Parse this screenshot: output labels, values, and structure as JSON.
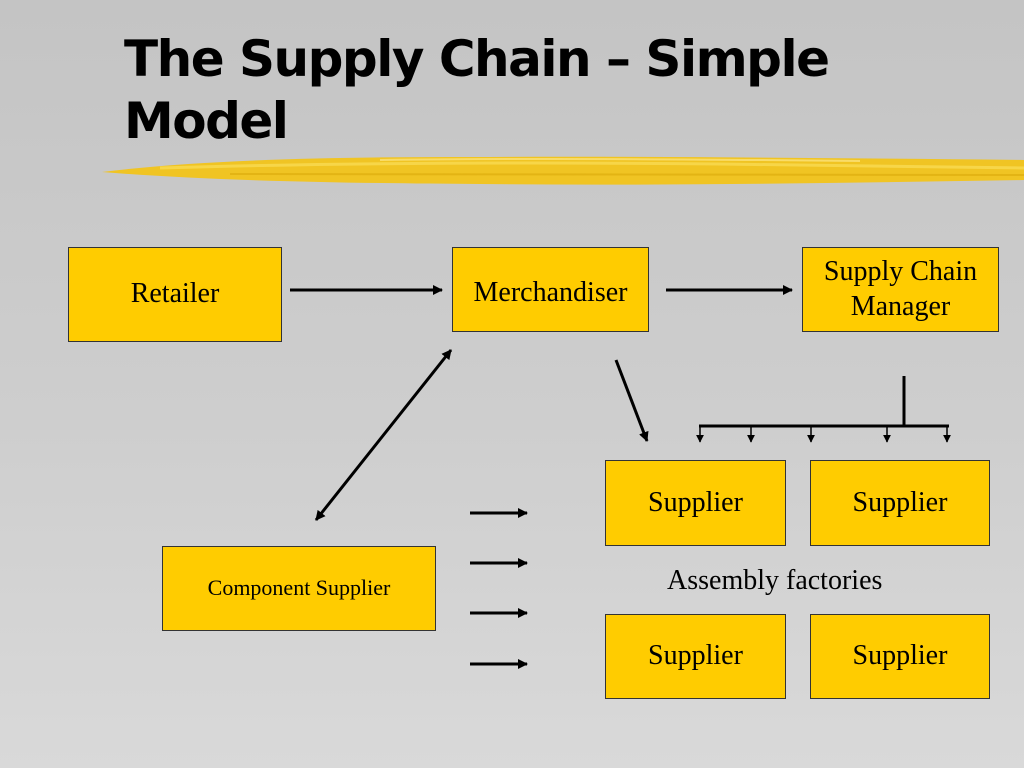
{
  "slide": {
    "title_line1": "The Supply Chain – Simple",
    "title_line2": "Model"
  },
  "diagram": {
    "retailer": "Retailer",
    "merchandiser": "Merchandiser",
    "scm_line1": "Supply Chain",
    "scm_line2": "Manager",
    "component_supplier": "Component Supplier",
    "suppliers": [
      "Supplier",
      "Supplier",
      "Supplier",
      "Supplier"
    ],
    "assembly_caption": "Assembly factories"
  },
  "colors": {
    "box_fill": "#ffcc00",
    "underline": "#f2c41a",
    "connector": "#000000"
  }
}
